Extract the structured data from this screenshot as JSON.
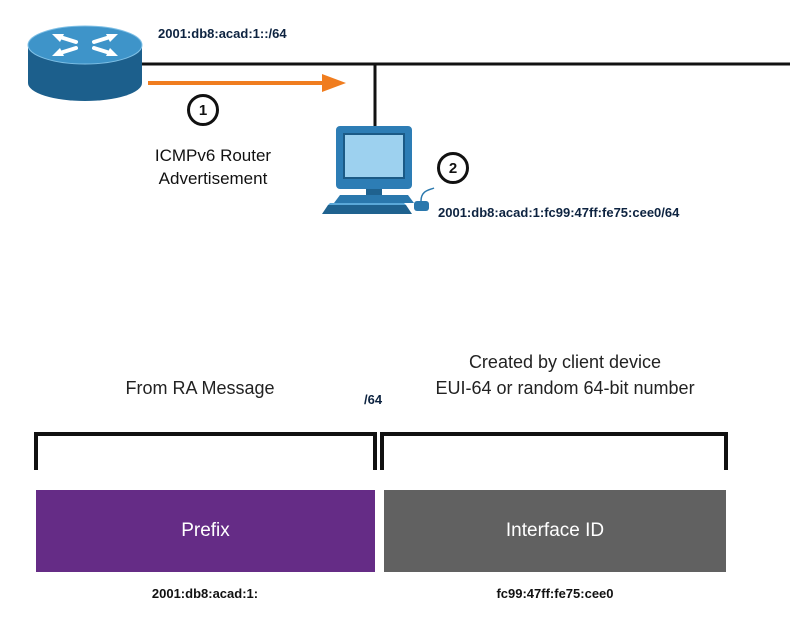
{
  "network": {
    "prefix_label": "2001:db8:acad:1::/64",
    "pc_address": "2001:db8:acad:1:fc99:47ff:fe75:cee0/64"
  },
  "steps": [
    {
      "number": "1",
      "text": "ICMPv6 Router Advertisement"
    },
    {
      "number": "2"
    }
  ],
  "address_breakdown": {
    "left_caption": "From RA Message",
    "right_caption_line1": "Created by client device",
    "right_caption_line2": "EUI-64 or random 64-bit number",
    "boundary_label": "/64",
    "prefix_box_label": "Prefix",
    "interface_box_label": "Interface ID",
    "prefix_value": "2001:db8:acad:1:",
    "interface_value": "fc99:47ff:fe75:cee0"
  },
  "colors": {
    "arrow": "#f07d1f",
    "prefix_box": "#652c86",
    "interface_box": "#616161",
    "router": "#2a7fb3",
    "pc": "#3a8cc4"
  },
  "icons": [
    "router-icon",
    "pc-icon"
  ]
}
